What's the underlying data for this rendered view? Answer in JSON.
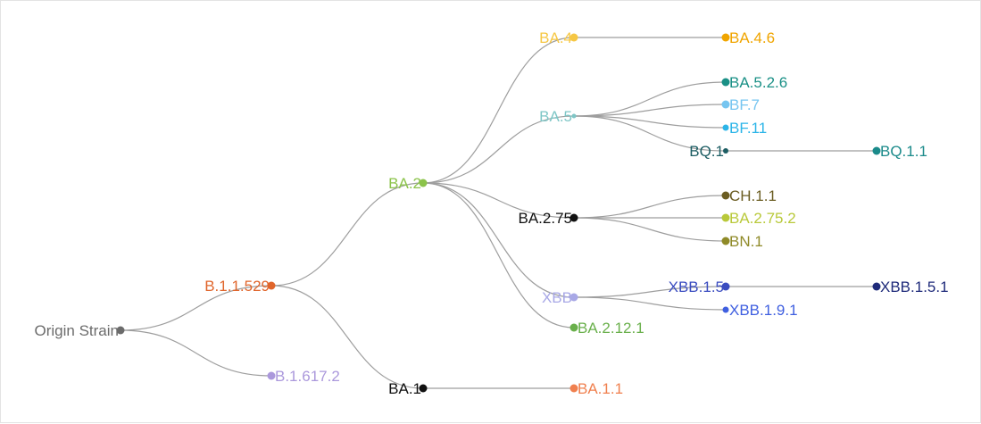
{
  "tree": {
    "nodes": [
      {
        "id": "origin",
        "label": "Origin Strain",
        "color": "#6b6b6b",
        "labelSide": "left"
      },
      {
        "id": "b11529",
        "label": "B.1.1.529",
        "color": "#e0652b",
        "labelSide": "left"
      },
      {
        "id": "b16172",
        "label": "B.1.617.2",
        "color": "#ab98dc",
        "labelSide": "right"
      },
      {
        "id": "ba2",
        "label": "BA.2",
        "color": "#8bc34a",
        "labelSide": "left"
      },
      {
        "id": "ba1",
        "label": "BA.1",
        "color": "#111111",
        "labelSide": "left"
      },
      {
        "id": "ba11",
        "label": "BA.1.1",
        "color": "#f0804f",
        "labelSide": "right"
      },
      {
        "id": "ba4",
        "label": "BA.4",
        "color": "#f6c744",
        "labelSide": "left"
      },
      {
        "id": "ba46",
        "label": "BA.4.6",
        "color": "#f0a500",
        "labelSide": "right"
      },
      {
        "id": "ba5",
        "label": "BA.5",
        "color": "#7ec6c6",
        "labelSide": "left"
      },
      {
        "id": "ba526",
        "label": "BA.5.2.6",
        "color": "#1a9086",
        "labelSide": "right"
      },
      {
        "id": "bf7",
        "label": "BF.7",
        "color": "#76c5f0",
        "labelSide": "right"
      },
      {
        "id": "bf11",
        "label": "BF.11",
        "color": "#2cb5e8",
        "labelSide": "right"
      },
      {
        "id": "bq1",
        "label": "BQ.1",
        "color": "#1c5d63",
        "labelSide": "left"
      },
      {
        "id": "bq11",
        "label": "BQ.1.1",
        "color": "#1a8a8a",
        "labelSide": "right"
      },
      {
        "id": "ba275",
        "label": "BA.2.75",
        "color": "#111111",
        "labelSide": "left"
      },
      {
        "id": "ch11",
        "label": "CH.1.1",
        "color": "#6b5d22",
        "labelSide": "right"
      },
      {
        "id": "ba2752",
        "label": "BA.2.75.2",
        "color": "#b9c93a",
        "labelSide": "right"
      },
      {
        "id": "bn1",
        "label": "BN.1",
        "color": "#8f8a28",
        "labelSide": "right"
      },
      {
        "id": "xbb",
        "label": "XBB",
        "color": "#a8a8e6",
        "labelSide": "left"
      },
      {
        "id": "xbb15",
        "label": "XBB.1.5",
        "color": "#3a4cc0",
        "labelSide": "left"
      },
      {
        "id": "xbb151",
        "label": "XBB.1.5.1",
        "color": "#1e2a7a",
        "labelSide": "right"
      },
      {
        "id": "xbb19",
        "label": "XBB.1.9.1",
        "color": "#3f5fe0",
        "labelSide": "right"
      },
      {
        "id": "ba2121",
        "label": "BA.2.12.1",
        "color": "#6ab04c",
        "labelSide": "right"
      }
    ],
    "edges": [
      [
        "origin",
        "b11529"
      ],
      [
        "origin",
        "b16172"
      ],
      [
        "b11529",
        "ba2"
      ],
      [
        "b11529",
        "ba1"
      ],
      [
        "ba1",
        "ba11"
      ],
      [
        "ba2",
        "ba4"
      ],
      [
        "ba2",
        "ba5"
      ],
      [
        "ba2",
        "ba275"
      ],
      [
        "ba2",
        "xbb"
      ],
      [
        "ba2",
        "ba2121"
      ],
      [
        "ba4",
        "ba46"
      ],
      [
        "ba5",
        "ba526"
      ],
      [
        "ba5",
        "bf7"
      ],
      [
        "ba5",
        "bf11"
      ],
      [
        "ba5",
        "bq1"
      ],
      [
        "bq1",
        "bq11"
      ],
      [
        "ba275",
        "ch11"
      ],
      [
        "ba275",
        "ba2752"
      ],
      [
        "ba275",
        "bn1"
      ],
      [
        "xbb",
        "xbb15"
      ],
      [
        "xbb",
        "xbb19"
      ],
      [
        "xbb15",
        "xbb151"
      ]
    ]
  }
}
